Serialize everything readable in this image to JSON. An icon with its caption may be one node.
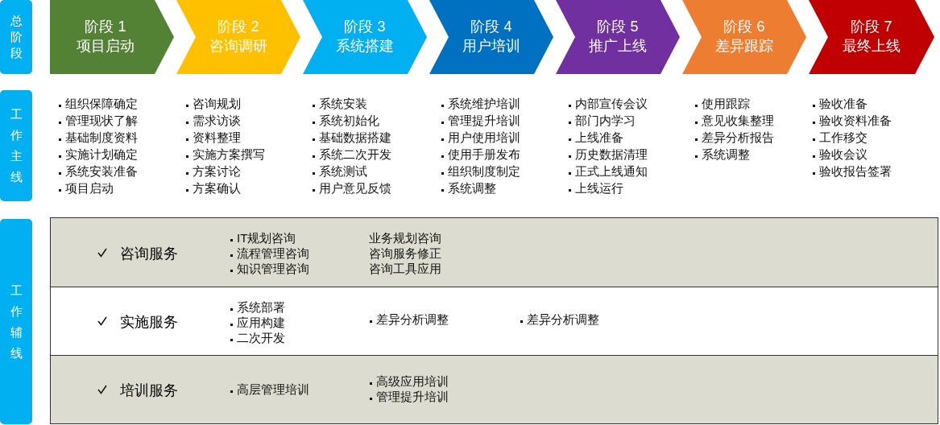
{
  "diagram": {
    "nodes": [
      {
        "text": [
          "总阶段"
        ]
      },
      {
        "text": [
          "工作主线"
        ]
      },
      {
        "text": [
          "工作辅线"
        ]
      },
      {
        "text": [
          "阶段 1",
          "项目启动"
        ]
      },
      {
        "text": [
          "阶段 2",
          "咨询调研"
        ]
      },
      {
        "text": [
          "阶段 3",
          "系统搭建"
        ]
      },
      {
        "text": [
          "阶段 4",
          "用户培训"
        ]
      },
      {
        "text": [
          "阶段 5",
          "推广上线"
        ]
      },
      {
        "text": [
          "阶段 6",
          "差异跟踪"
        ]
      },
      {
        "text": [
          "阶段 7",
          "最终上线"
        ]
      },
      {
        "text": [
          "咨询服务"
        ]
      },
      {
        "text": [
          "实施服务"
        ]
      },
      {
        "text": [
          "培训服务"
        ]
      }
    ],
    "labels": [
      "组织保障确定",
      "管理现状了解",
      "基础制度资料",
      "实施计划确定",
      "系统安装准备",
      "项目启动",
      "咨询规划",
      "需求访谈",
      "资料整理",
      "实施方案撰写",
      "方案讨论",
      "方案确认",
      "系统安装",
      "系统初始化",
      "基础数据搭建",
      "系统二次开发",
      "系统测试",
      "用户意见反馈",
      "系统维护培训",
      "管理提升培训",
      "用户使用培训",
      "使用手册发布",
      "组织制度制定",
      "系统调整",
      "内部宣传会议",
      "部门内学习",
      "上线准备",
      "历史数据清理",
      "正式上线通知",
      "上线运行",
      "使用跟踪",
      "意见收集整理",
      "差异分析报告",
      "系统调整",
      "验收准备",
      "验收资料准备",
      "工作移交",
      "验收会议",
      "验收报告签署",
      "IT规划咨询",
      "流程管理咨询",
      "知识管理咨询",
      "业务规划咨询",
      "咨询服务修正",
      "咨询工具应用",
      "系统部署",
      "应用构建",
      "二次开发",
      "差异分析调整",
      "差异分析调整",
      "高层管理培训",
      "高级应用培训",
      "管理提升培训"
    ]
  }
}
